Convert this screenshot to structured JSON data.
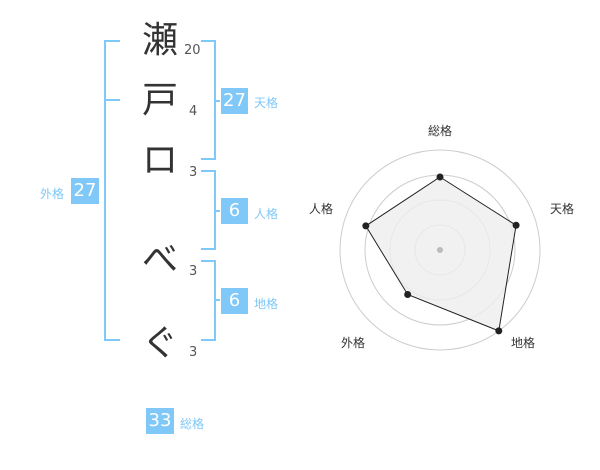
{
  "name": {
    "chars": [
      {
        "char": "瀬",
        "strokes": "20"
      },
      {
        "char": "戸",
        "strokes": "4"
      },
      {
        "char": "ロ",
        "strokes": "3"
      },
      {
        "char": "べ",
        "strokes": "3"
      },
      {
        "char": "ぐ",
        "strokes": "3"
      }
    ]
  },
  "fortune": {
    "tenkaku": {
      "value": "27",
      "label": "天格"
    },
    "jinkaku": {
      "value": "6",
      "label": "人格"
    },
    "chikaku": {
      "value": "6",
      "label": "地格"
    },
    "gaikaku": {
      "value": "27",
      "label": "外格"
    },
    "soukaku": {
      "value": "33",
      "label": "総格"
    }
  },
  "radar": {
    "axes": [
      "総格",
      "天格",
      "地格",
      "外格",
      "人格"
    ],
    "values": [
      0.73,
      0.8,
      1.0,
      0.55,
      0.78
    ],
    "rings": 4,
    "colors": {
      "ring": "#cccccc",
      "fill": "#eeeeee",
      "line": "#222222",
      "center": "#bbbbbb"
    }
  },
  "colors": {
    "accent": "#7fc8f8",
    "text": "#333333"
  }
}
